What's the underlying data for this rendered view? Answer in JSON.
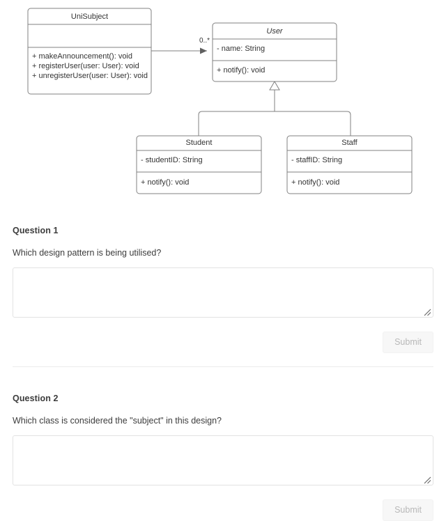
{
  "diagram": {
    "type": "uml-class-diagram",
    "classes": [
      {
        "id": "unisubject",
        "name": "UniSubject",
        "abstract": false,
        "attributes": [],
        "operations": [
          "+ makeAnnouncement(): void",
          "+ registerUser(user: User): void",
          "+ unregisterUser(user: User): void"
        ]
      },
      {
        "id": "user",
        "name": "User",
        "abstract": true,
        "attributes": [
          "- name: String"
        ],
        "operations": [
          "+ notify(): void"
        ]
      },
      {
        "id": "student",
        "name": "Student",
        "abstract": false,
        "attributes": [
          "- studentID: String"
        ],
        "operations": [
          "+ notify(): void"
        ]
      },
      {
        "id": "staff",
        "name": "Staff",
        "abstract": false,
        "attributes": [
          "- staffID: String"
        ],
        "operations": [
          "+ notify(): void"
        ]
      }
    ],
    "relationships": [
      {
        "kind": "association",
        "from": "unisubject",
        "to": "user",
        "target_multiplicity": "0..*"
      },
      {
        "kind": "generalization",
        "from": "student",
        "to": "user"
      },
      {
        "kind": "generalization",
        "from": "staff",
        "to": "user"
      }
    ]
  },
  "questions": [
    {
      "heading": "Question 1",
      "prompt": "Which design pattern is being utilised?",
      "answer_value": "",
      "answer_placeholder": "",
      "submit_label": "Submit"
    },
    {
      "heading": "Question 2",
      "prompt": "Which class is considered the \"subject\" in this design?",
      "answer_value": "",
      "answer_placeholder": "",
      "submit_label": "Submit"
    }
  ],
  "colors": {
    "page_background": "#ffffff",
    "text": "#3c3c3c",
    "diagram_stroke": "#808080",
    "field_border": "#e2e2e2",
    "divider": "#ebebeb",
    "submit_background": "#f7f7f7",
    "submit_text": "#b8b8b8"
  }
}
